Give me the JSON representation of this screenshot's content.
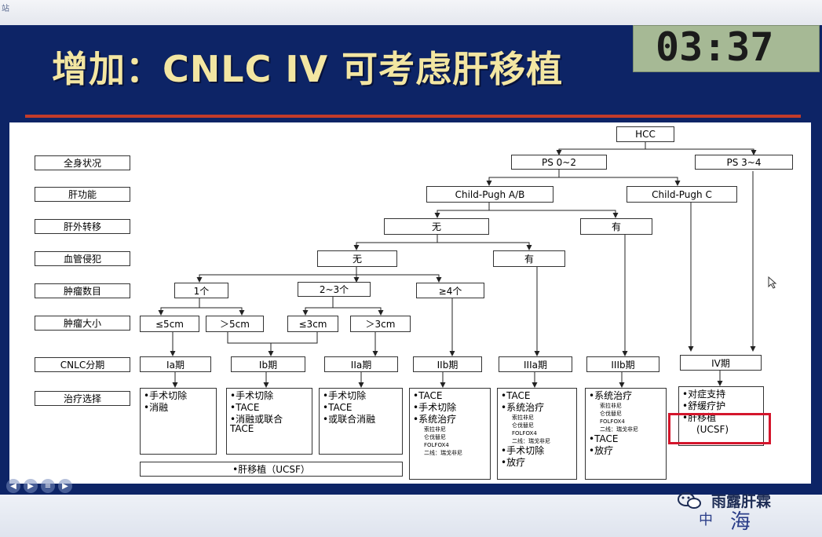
{
  "window": {
    "strip_text": "站"
  },
  "slide": {
    "title": "增加：CNLC IV 可考虑肝移植",
    "timer": "03:37"
  },
  "row_labels": [
    "全身状况",
    "肝功能",
    "肝外转移",
    "血管侵犯",
    "肿瘤数目",
    "肿瘤大小",
    "CNLC分期",
    "治疗选择"
  ],
  "nodes": {
    "hcc": "HCC",
    "ps02": "PS 0~2",
    "ps34": "PS 3~4",
    "cp_ab": "Child-Pugh A/B",
    "cp_c": "Child-Pugh C",
    "ehm_no": "无",
    "ehm_yes": "有",
    "vi_no": "无",
    "vi_yes": "有",
    "n1": "1个",
    "n23": "2~3个",
    "n4": "≥4个",
    "s1": "≤5cm",
    "s2": "＞5cm",
    "s3": "≤3cm",
    "s4": "＞3cm"
  },
  "stages": [
    "Ia期",
    "Ib期",
    "IIa期",
    "IIb期",
    "IIIa期",
    "IIIb期",
    "IV期"
  ],
  "treatments": {
    "ia": [
      "•手术切除",
      "•消融"
    ],
    "ib": [
      "•手术切除",
      "•TACE",
      "•消融或联合",
      "TACE"
    ],
    "iia": [
      "•手术切除",
      "•TACE",
      "•或联合消融"
    ],
    "iib": {
      "items": [
        "•TACE",
        "•手术切除",
        "•系统治疗"
      ],
      "sub": [
        "索拉非尼",
        "仑伐替尼",
        "FOLFOX4",
        "二线：瑞戈非尼"
      ]
    },
    "iiia": {
      "items": [
        "•TACE",
        "•系统治疗"
      ],
      "sub": [
        "索拉非尼",
        "仑伐替尼",
        "FOLFOX4",
        "二线：瑞戈非尼"
      ],
      "after": [
        "•手术切除",
        "•放疗"
      ]
    },
    "iiib": {
      "items": [
        "•系统治疗"
      ],
      "sub": [
        "索拉非尼",
        "仑伐替尼",
        "FOLFOX4",
        "二线：瑞戈非尼"
      ],
      "after": [
        "•TACE",
        "•放疗"
      ]
    },
    "iv": [
      "•对症支持",
      "•舒缓疗护",
      "•肝移植",
      "(UCSF)"
    ],
    "transplant": "•肝移植（UCSF）"
  },
  "watermark": {
    "text": "雨露肝霖",
    "logo_text": "海",
    "tower_text": "中"
  },
  "colors": {
    "slide_bg": "#0d2466",
    "title_text": "#f3e6a2",
    "rule": "#c23b2a",
    "highlight": "#d4162c",
    "timer_bg": "#a6b995"
  },
  "icons": [
    "wechat-icon",
    "mouse-cursor-icon",
    "playback-control-icons"
  ]
}
